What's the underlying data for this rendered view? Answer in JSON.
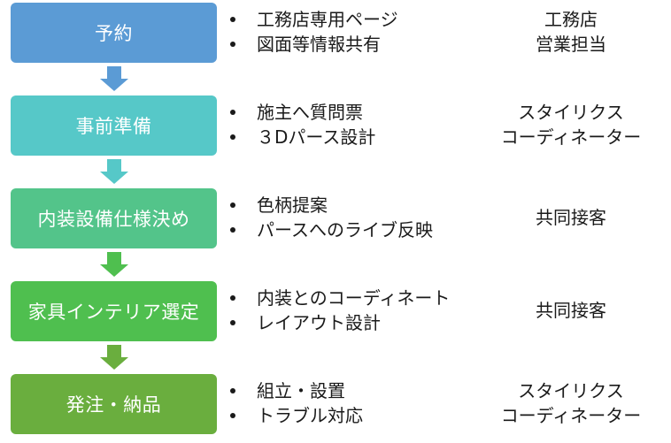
{
  "steps": [
    {
      "label": "予約",
      "color": "#5b9bd5",
      "bullets": [
        "工務店専用ページ",
        "図面等情報共有"
      ],
      "role": [
        "工務店",
        "営業担当"
      ]
    },
    {
      "label": "事前準備",
      "color": "#56c8c8",
      "bullets": [
        "施主へ質問票",
        "３Dパース設計"
      ],
      "role": [
        "スタイリクス",
        "コーディネーター"
      ]
    },
    {
      "label": "内装設備仕様決め",
      "color": "#53c48a",
      "bullets": [
        "色柄提案",
        "パースへのライブ反映"
      ],
      "role": [
        "共同接客"
      ]
    },
    {
      "label": "家具インテリア選定",
      "color": "#4fbf4f",
      "bullets": [
        "内装とのコーディネート",
        "レイアウト設計"
      ],
      "role": [
        "共同接客"
      ]
    },
    {
      "label": "発注・納品",
      "color": "#6aae3e",
      "bullets": [
        "組立・設置",
        "トラブル対応"
      ],
      "role": [
        "スタイリクス",
        "コーディネーター"
      ]
    }
  ],
  "arrows": [
    {
      "color": "#5b9bd5"
    },
    {
      "color": "#56c8c8"
    },
    {
      "color": "#4fbf4f"
    },
    {
      "color": "#6aae3e"
    }
  ]
}
